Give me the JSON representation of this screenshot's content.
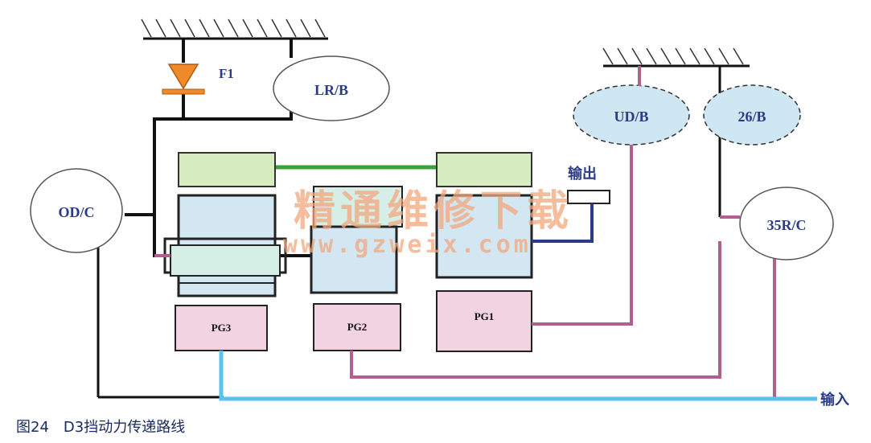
{
  "components": {
    "f1": "F1",
    "lrb": "LR/B",
    "udb": "UD/B",
    "b26": "26/B",
    "odc": "OD/C",
    "r35c": "35R/C",
    "pg3": "PG3",
    "pg2": "PG2",
    "pg1": "PG1"
  },
  "labels": {
    "output": "输出",
    "input": "输入"
  },
  "caption": {
    "figure": "图24",
    "title": "D3挡动力传递路线"
  },
  "watermark": {
    "cn": "精通维修下载",
    "url": "www.gzweix.com"
  },
  "colors": {
    "black_path": "#111111",
    "pink_path": "#b0608f",
    "green_path": "#3aa33a",
    "blue_input": "#5ac2ec",
    "dark_blue_output": "#2a3b88",
    "diode_orange": "#f08a28",
    "clutch_fill": "#d2e7f2",
    "gear_fill": "#d5efe7",
    "pg_fill": "#f1d3e2",
    "green_box_fill": "#d7edc1"
  }
}
